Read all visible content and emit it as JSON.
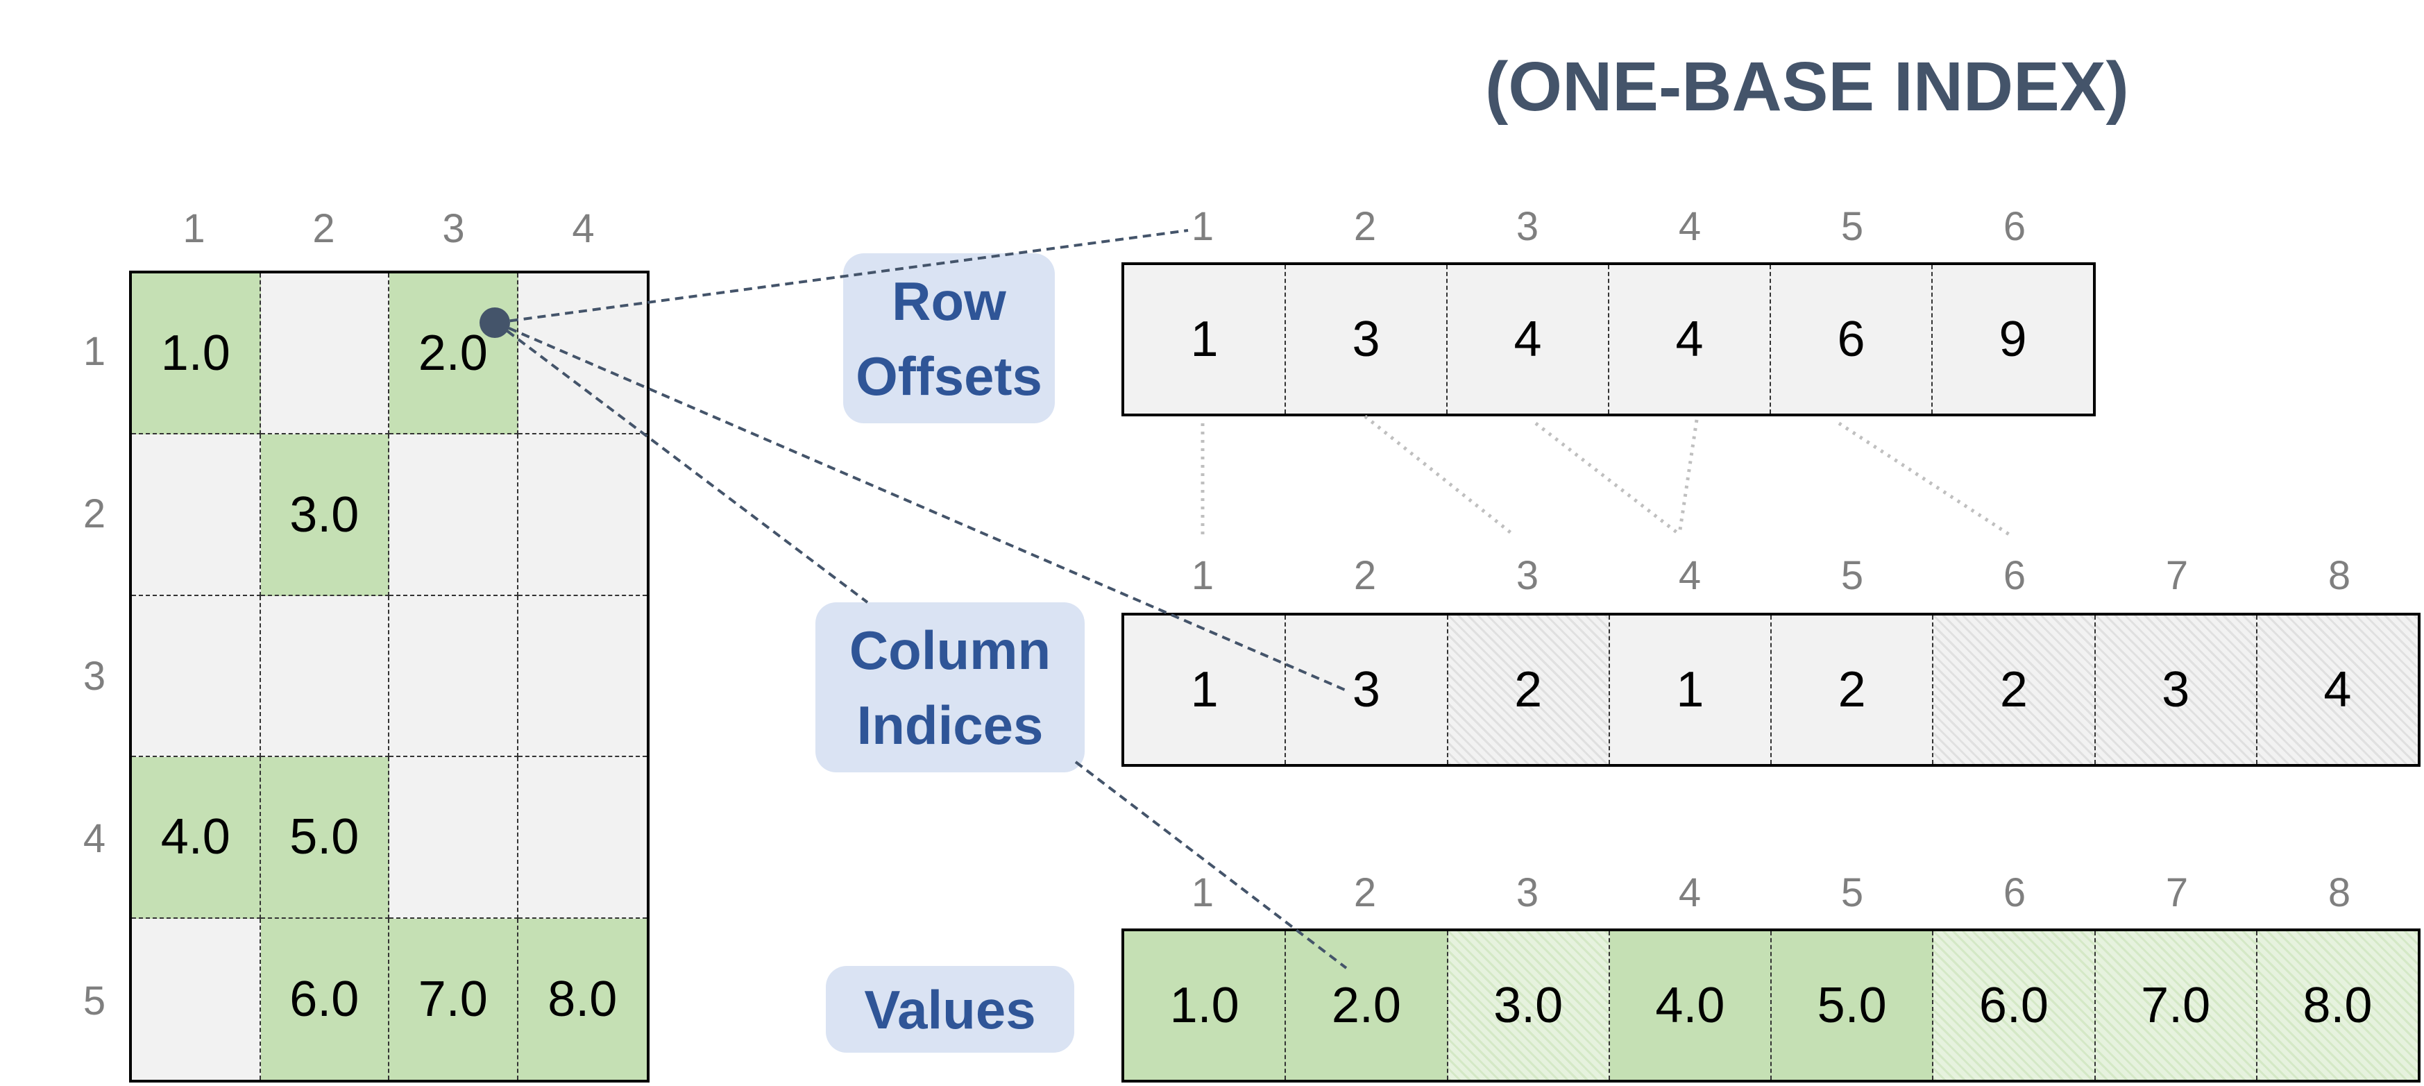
{
  "title": "(ONE-BASE INDEX)",
  "matrix": {
    "col_headers": [
      "1",
      "2",
      "3",
      "4"
    ],
    "row_headers": [
      "1",
      "2",
      "3",
      "4",
      "5"
    ],
    "rows": [
      [
        "1.0",
        "",
        "2.0",
        ""
      ],
      [
        "",
        "3.0",
        "",
        ""
      ],
      [
        "",
        "",
        "",
        ""
      ],
      [
        "4.0",
        "5.0",
        "",
        ""
      ],
      [
        "",
        "6.0",
        "7.0",
        "8.0"
      ]
    ]
  },
  "labels": {
    "row_offsets": [
      "Row",
      "Offsets"
    ],
    "column_indices": [
      "Column",
      "Indices"
    ],
    "values": "Values"
  },
  "row_offsets": {
    "indices": [
      "1",
      "2",
      "3",
      "4",
      "5",
      "6"
    ],
    "values": [
      "1",
      "3",
      "4",
      "4",
      "6",
      "9"
    ]
  },
  "column_indices": {
    "indices": [
      "1",
      "2",
      "3",
      "4",
      "5",
      "6",
      "7",
      "8"
    ],
    "values": [
      "1",
      "3",
      "2",
      "1",
      "2",
      "2",
      "3",
      "4"
    ]
  },
  "values_array": {
    "indices": [
      "1",
      "2",
      "3",
      "4",
      "5",
      "6",
      "7",
      "8"
    ],
    "values": [
      "1.0",
      "2.0",
      "3.0",
      "4.0",
      "5.0",
      "6.0",
      "7.0",
      "8.0"
    ]
  },
  "colors": {
    "nonzero": "#c5e0b4",
    "empty": "#f2f2f2",
    "label_bg": "#dae3f3",
    "label_text": "#2f5597",
    "title": "#44546a",
    "connector": "#44546a"
  }
}
